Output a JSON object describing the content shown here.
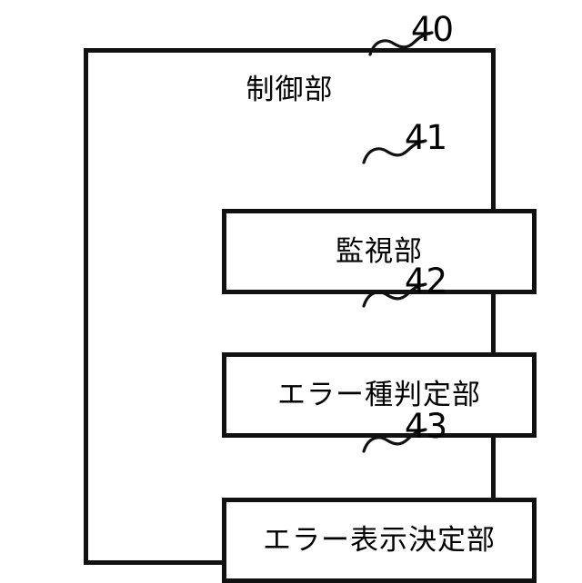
{
  "figure": {
    "background_color": "#ffffff",
    "line_color": "#111111",
    "outer_block": {
      "reference_numeral": "40",
      "title": "制御部"
    },
    "inner_blocks": [
      {
        "reference_numeral": "41",
        "label": "監視部"
      },
      {
        "reference_numeral": "42",
        "label": "エラー種判定部"
      },
      {
        "reference_numeral": "43",
        "label": "エラー表示決定部"
      }
    ],
    "leader_icon_name": "squiggle-leader-line"
  }
}
